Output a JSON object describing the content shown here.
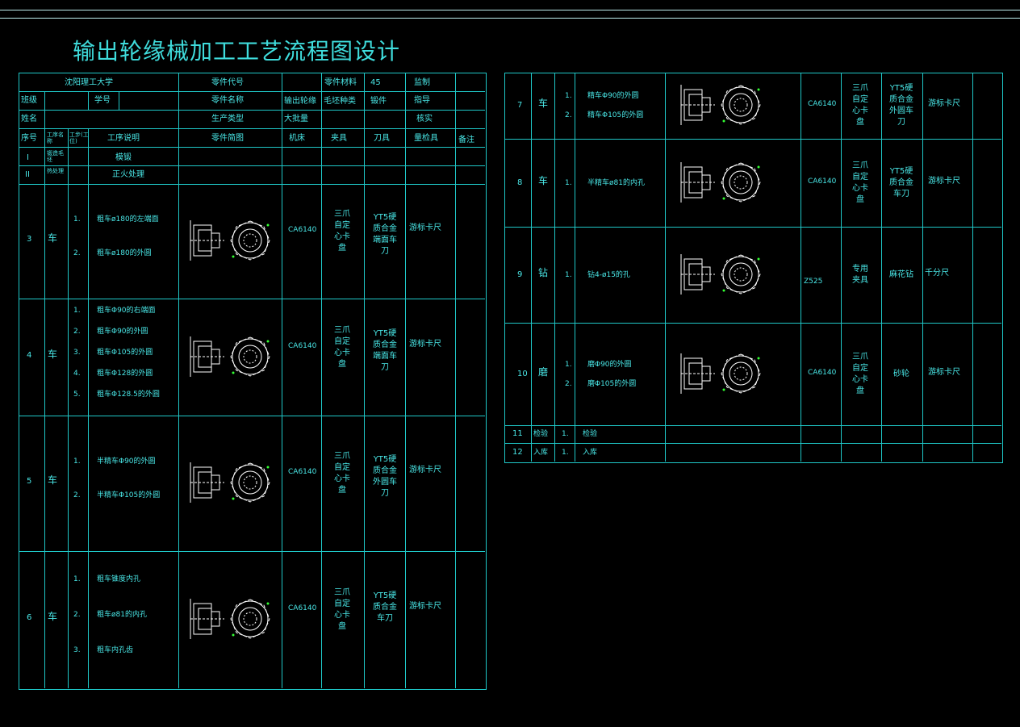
{
  "title": "输出轮缘械加工工艺流程图设计",
  "header": {
    "school": "沈阳理工大学",
    "part_code_label": "零件代号",
    "material_label": "零件材料",
    "material": "45",
    "supervise_label": "监制",
    "class_label": "班级",
    "student_no_label": "学号",
    "part_name_label": "零件名称",
    "part_name": "输出轮缘",
    "blank_type_label": "毛坯种类",
    "blank_type": "锻件",
    "guide_label": "指导",
    "name_label": "姓名",
    "production_type_label": "生产类型",
    "production_type": "大批量",
    "check_label": "核实"
  },
  "columns": {
    "seq": "序号",
    "proc_name": "工序名称",
    "step": "工步(工位)",
    "desc": "工序说明",
    "sketch": "零件简图",
    "machine": "机床",
    "fixture": "夹具",
    "tool": "刀具",
    "gauge": "量检具",
    "remark": "备注"
  },
  "rows_left": [
    {
      "seq": "I",
      "name": "锻造毛坯",
      "desc": "模锻"
    },
    {
      "seq": "II",
      "name": "热处理",
      "desc": "正火处理"
    },
    {
      "seq": "3",
      "name": "车",
      "steps": [
        "1.",
        "2."
      ],
      "descs": [
        "粗车ø180的左端面",
        "粗车ø180的外圆"
      ],
      "machine": "CA6140",
      "fixture": [
        "三爪",
        "自定",
        "心卡",
        "盘"
      ],
      "tool": [
        "YT5硬",
        "质合金",
        "端面车",
        "刀"
      ],
      "gauge": "游标卡尺"
    },
    {
      "seq": "4",
      "name": "车",
      "steps": [
        "1.",
        "2.",
        "3.",
        "4.",
        "5."
      ],
      "descs": [
        "粗车Φ90的右端面",
        "粗车Φ90的外圆",
        "粗车Φ105的外圆",
        "粗车Φ128的外圆",
        "粗车Φ128.5的外圆"
      ],
      "machine": "CA6140",
      "fixture": [
        "三爪",
        "自定",
        "心卡",
        "盘"
      ],
      "tool": [
        "YT5硬",
        "质合金",
        "端面车",
        "刀"
      ],
      "gauge": "游标卡尺"
    },
    {
      "seq": "5",
      "name": "车",
      "steps": [
        "1.",
        "2."
      ],
      "descs": [
        "半精车Φ90的外圆",
        "半精车Φ105的外圆"
      ],
      "machine": "CA6140",
      "fixture": [
        "三爪",
        "自定",
        "心卡",
        "盘"
      ],
      "tool": [
        "YT5硬",
        "质合金",
        "外圆车",
        "刀"
      ],
      "gauge": "游标卡尺"
    },
    {
      "seq": "6",
      "name": "车",
      "steps": [
        "1.",
        "2.",
        "3."
      ],
      "descs": [
        "粗车锥度内孔",
        "粗车ø81的内孔",
        "粗车内孔齿"
      ],
      "machine": "CA6140",
      "fixture": [
        "三爪",
        "自定",
        "心卡",
        "盘"
      ],
      "tool": [
        "YT5硬",
        "质合金",
        "车刀"
      ],
      "gauge": "游标卡尺"
    }
  ],
  "rows_right": [
    {
      "seq": "7",
      "name": "车",
      "steps": [
        "1.",
        "2."
      ],
      "descs": [
        "精车Φ90的外圆",
        "精车Φ105的外圆"
      ],
      "machine": "CA6140",
      "fixture": [
        "三爪",
        "自定",
        "心卡",
        "盘"
      ],
      "tool": [
        "YT5硬",
        "质合金",
        "外圆车",
        "刀"
      ],
      "gauge": "游标卡尺"
    },
    {
      "seq": "8",
      "name": "车",
      "steps": [
        "1."
      ],
      "descs": [
        "半精车ø81的内孔"
      ],
      "machine": "CA6140",
      "fixture": [
        "三爪",
        "自定",
        "心卡",
        "盘"
      ],
      "tool": [
        "YT5硬",
        "质合金",
        "车刀"
      ],
      "gauge": "游标卡尺"
    },
    {
      "seq": "9",
      "name": "钻",
      "steps": [
        "1."
      ],
      "descs": [
        "钻4-ø15的孔"
      ],
      "machine": "Z525",
      "fixture": [
        "专用",
        "夹具"
      ],
      "tool": [
        "麻花钻"
      ],
      "gauge": "千分尺"
    },
    {
      "seq": "10",
      "name": "磨",
      "steps": [
        "1.",
        "2."
      ],
      "descs": [
        "磨Φ90的外圆",
        "磨Φ105的外圆"
      ],
      "machine": "CA6140",
      "fixture": [
        "三爪",
        "自定",
        "心卡",
        "盘"
      ],
      "tool": [
        "砂轮"
      ],
      "gauge": "游标卡尺"
    },
    {
      "seq": "11",
      "name": "检验",
      "steps": [
        "1."
      ],
      "descs": [
        "检验"
      ]
    },
    {
      "seq": "12",
      "name": "入库",
      "steps": [
        "1."
      ],
      "descs": [
        "入库"
      ]
    }
  ]
}
